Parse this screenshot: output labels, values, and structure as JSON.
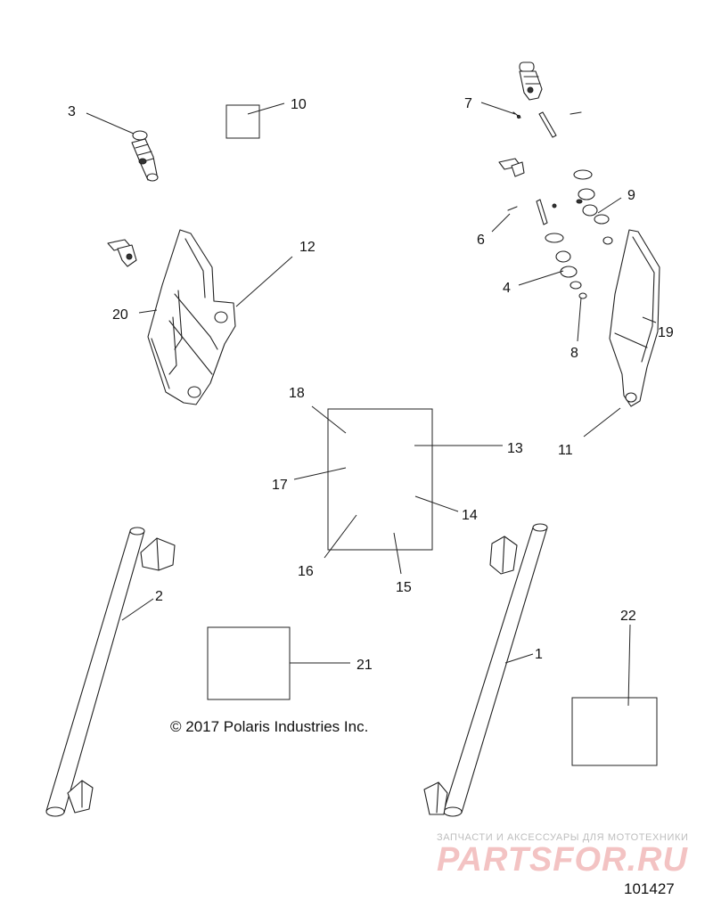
{
  "diagram": {
    "callouts": [
      "1",
      "2",
      "3",
      "4",
      "6",
      "7",
      "8",
      "9",
      "10",
      "11",
      "12",
      "13",
      "14",
      "15",
      "16",
      "17",
      "18",
      "19",
      "20",
      "21",
      "22"
    ]
  },
  "copyright": "© 2017 Polaris Industries Inc.",
  "watermark": {
    "tagline": "ЗАПЧАСТИ И АКСЕССУАРЫ ДЛЯ МОТОТЕХНИКИ",
    "brand": "PARTSFOR.RU"
  },
  "figure_number": "101427"
}
